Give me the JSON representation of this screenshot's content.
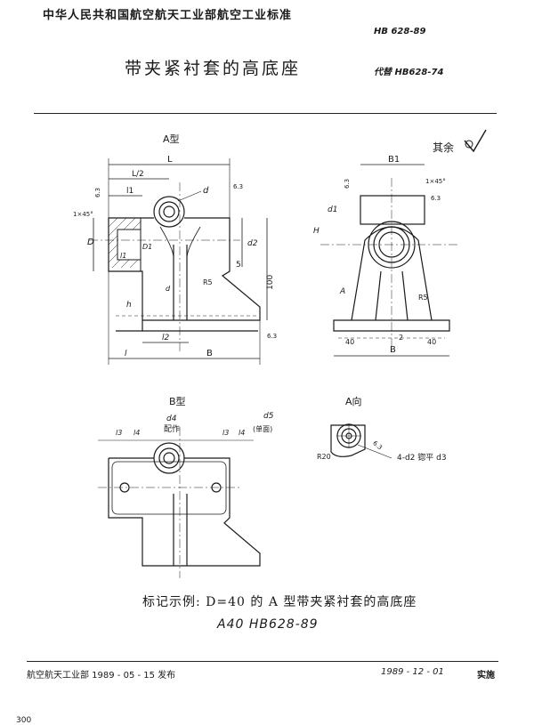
{
  "header": {
    "organization": "中华人民共和国航空航天工业部航空工业标准",
    "standard_no": "HB 628-89",
    "title": "带夹紧衬套的高底座",
    "replaces": "代替 HB628-74"
  },
  "drawing": {
    "surface_note": "其余",
    "view_a_type": "A型",
    "view_b_type": "B型",
    "view_a_direction": "A向",
    "labels": {
      "L": "L",
      "L_half": "L/2",
      "l1": "l1",
      "d": "d",
      "D": "D",
      "D1": "D1",
      "d1": "d1",
      "d2": "d2",
      "d3": "d3",
      "d4": "d4",
      "d5": "d5",
      "h": "h",
      "H": "H",
      "l": "l",
      "l2": "l2",
      "l3": "l3",
      "l4": "l4",
      "B": "B",
      "B1": "B1",
      "A": "A",
      "R5": "R5",
      "R20": "R20",
      "roughness": "6.3",
      "chamfer": "1×45°",
      "dim_5": "5",
      "dim_2": "2",
      "dim_40_left": "40",
      "dim_40_right": "40",
      "dim_100": "100",
      "assembly_note": "配作",
      "one_side_note": "(单面)",
      "hole_note": "4-d2 锪平 d3"
    }
  },
  "marking_example": {
    "text": "标记示例:  D=40 的 A 型带夹紧衬套的高底座",
    "code": "A40   HB628-89"
  },
  "footer": {
    "issuer": "航空航天工业部 1989 - 05 - 15   发布",
    "effective": "1989 - 12 - 01",
    "implement": "实施"
  },
  "page_number": "300"
}
